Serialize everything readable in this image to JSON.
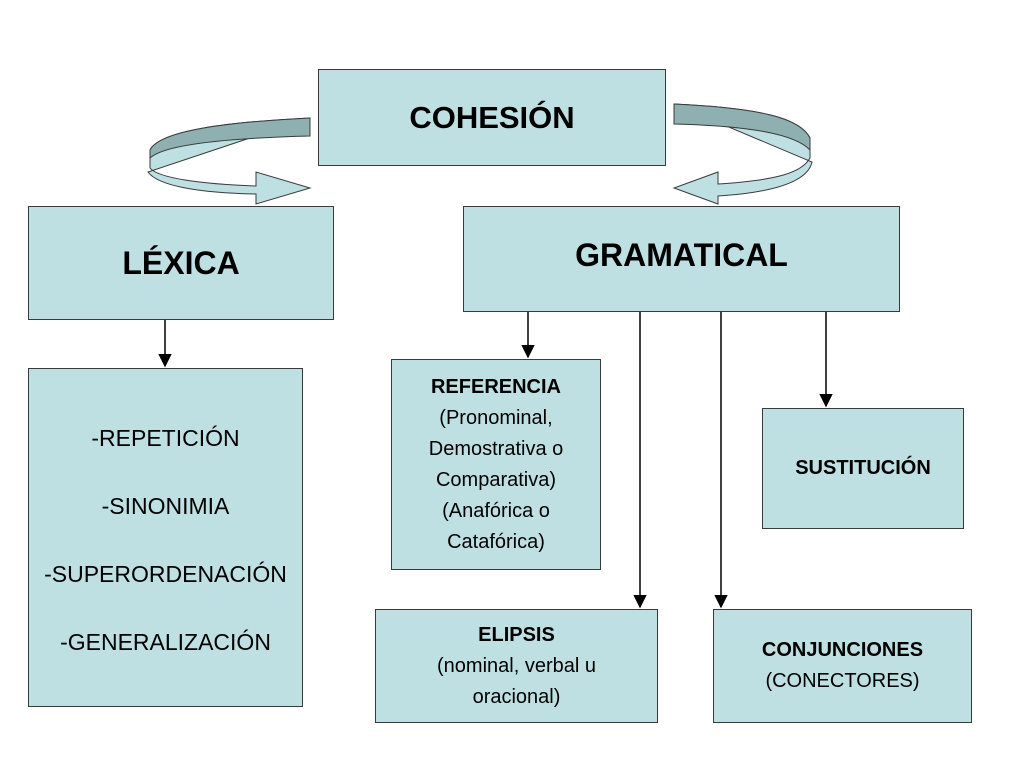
{
  "nodes": {
    "cohesion": {
      "title": "COHESIÓN"
    },
    "lexica": {
      "title": "LÉXICA"
    },
    "gramatical": {
      "title": "GRAMATICAL"
    },
    "lexical_types": {
      "items": [
        "-REPETICIÓN",
        "-SINONIMIA",
        "-SUPERORDENACIÓN",
        "-GENERALIZACIÓN"
      ]
    },
    "referencia": {
      "title": "REFERENCIA",
      "lines": [
        "(Pronominal,",
        "Demostrativa o",
        "Comparativa)",
        "(Anafórica o",
        "Catafórica)"
      ]
    },
    "sustitucion": {
      "title": "SUSTITUCIÓN"
    },
    "elipsis": {
      "title": "ELIPSIS",
      "lines": [
        "(nominal, verbal u",
        "oracional)"
      ]
    },
    "conjunciones": {
      "title": "CONJUNCIONES",
      "lines": [
        "(CONECTORES)"
      ]
    }
  },
  "colors": {
    "box_fill": "#bfe0e3",
    "arrow_fill": "#bfe0e3",
    "arrow_dark": "#8fb0b0",
    "border": "#3a3a3a"
  }
}
